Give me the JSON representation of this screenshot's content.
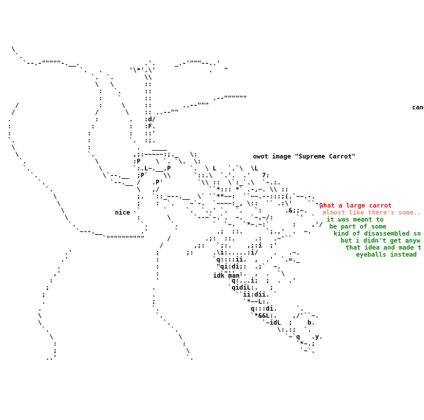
{
  "colors": {
    "background": "#ffffff",
    "art": "#000000",
    "message_red": "#ee1111",
    "message_pink": "#f08888",
    "message_green": "#118811"
  },
  "art_lines": [
    "   \\",
    "    `.",
    "      `--.-\"\"\"\"\"-.__.                 .'.     _.-'\"\"\"--..'",
    "                     `.   .       '\\*'.\\'              .   \"",
    "                        `.  `.        \\\\",
    "                         \\   \\        ::",
    "                          :   `.      ::",
    "                          :    `      ::                .--\"\"\"\"\"\"",
    "    /                     :     \\     ::        ..--\"\"\"",
    "   /                     /       \\    :: ..--\"\"",
    "  .                      :        .   :d/",
    "  :                     :         :   :F.",
    "  :                    :          :   ::'",
    "  `.                   :          `.  :;.",
    "   \\                   :            .   ____",
    "    \\                  `.          ,;:~~~~~:;._   \\:",
    "     `.                  \\         :P    \\ `. `\\.  \\:",
    "      `.                  \\        `:.L~.__.P     `.  \\ L   `.`\\  \\L",
    "        `.                 \\`--.__  ;P`    \\\\      `::.\\  `.'.  .'   7:",
    "          `.                 `--.__ /   .P'         `\\\\ ::  \\`:_`.\\  `-.:.",
    "            `.                      \\   ,/             ``*::: *` .-,~. \\\\ ::",
    "              \\                     ;.  `::_~--.__  \\` ``**~~:  ``~~.--:::;(.`~~.-.",
    "               \\                    ;    :  `.    ~`-.  `~~~~:_, \\::  `` .:\\'    ``--.",
    "                \\                  .`      `     `.  `..' `.  `.   `:      .&;;~.   `.",
    "                 \\                  :       \\      `--~`-.`.  ~.  `~,~/:      `'  `",
    "                  `.                 `.      `.         `  `~.  `*~.~:`      :    ,'/",
    "                    `~--.__          .'       `          .;  ::.      `;.,'  .  ~.",
    "                           `\"\"\"\"\"\"\"\"\"\"      /         .;:  ::.     .:   .~'``",
    "                                          /        ,;:   `;:.    ,;:i  ;'",
    "                 .'                      ;       ;:     .\\i:.....:i/    .   .~.",
    "                .'                       :              `q::::ii.  ,  .'  `.=._",
    "               .                         :               \"qi:di;:  .;`  ~.",
    "              ,'                         :                `\"''.:.  ,  .  `\\",
    "             :                           '                  `q:...i;  ;  .  .'",
    "            ;                           .                   `qidiL:.   ;",
    "           ;                            .                     ``ii:dii. `",
    "           .                            ;                       `*~~L:.",
    "          .                             `.                        q:::di.     `.",
    "          \\                              `.                       `*&&L:.    ,/'``~.",
    "          \\                                `.                        `~idL  ;    b.",
    "           `.                                `.                          \\:.:;  `.",
    "             \\                                 \\                           `~`q   .y.",
    "              :                                 :                             `*~.;",
    "              ;                                  \\                             `~`.",
    "            ..'                                  `."
  ],
  "labels": {
    "can": "can",
    "title": "owot image \"Supreme Carrot\"",
    "nice": "nice",
    "idk": "idk man"
  },
  "messages": [
    {
      "text": "what a large carrot",
      "color": "#ee1111"
    },
    {
      "text": "almost like there's some..",
      "color": "#f08888"
    },
    {
      "text": "it was meant to",
      "color": "#118811"
    },
    {
      "text": "be part of some",
      "color": "#118811"
    },
    {
      "text": "kind of disassembled sn",
      "color": "#118811"
    },
    {
      "text": "but i didn't get anyw",
      "color": "#118811"
    },
    {
      "text": "that idea and made t",
      "color": "#118811"
    },
    {
      "text": "eyeballs instead",
      "color": "#118811"
    }
  ]
}
